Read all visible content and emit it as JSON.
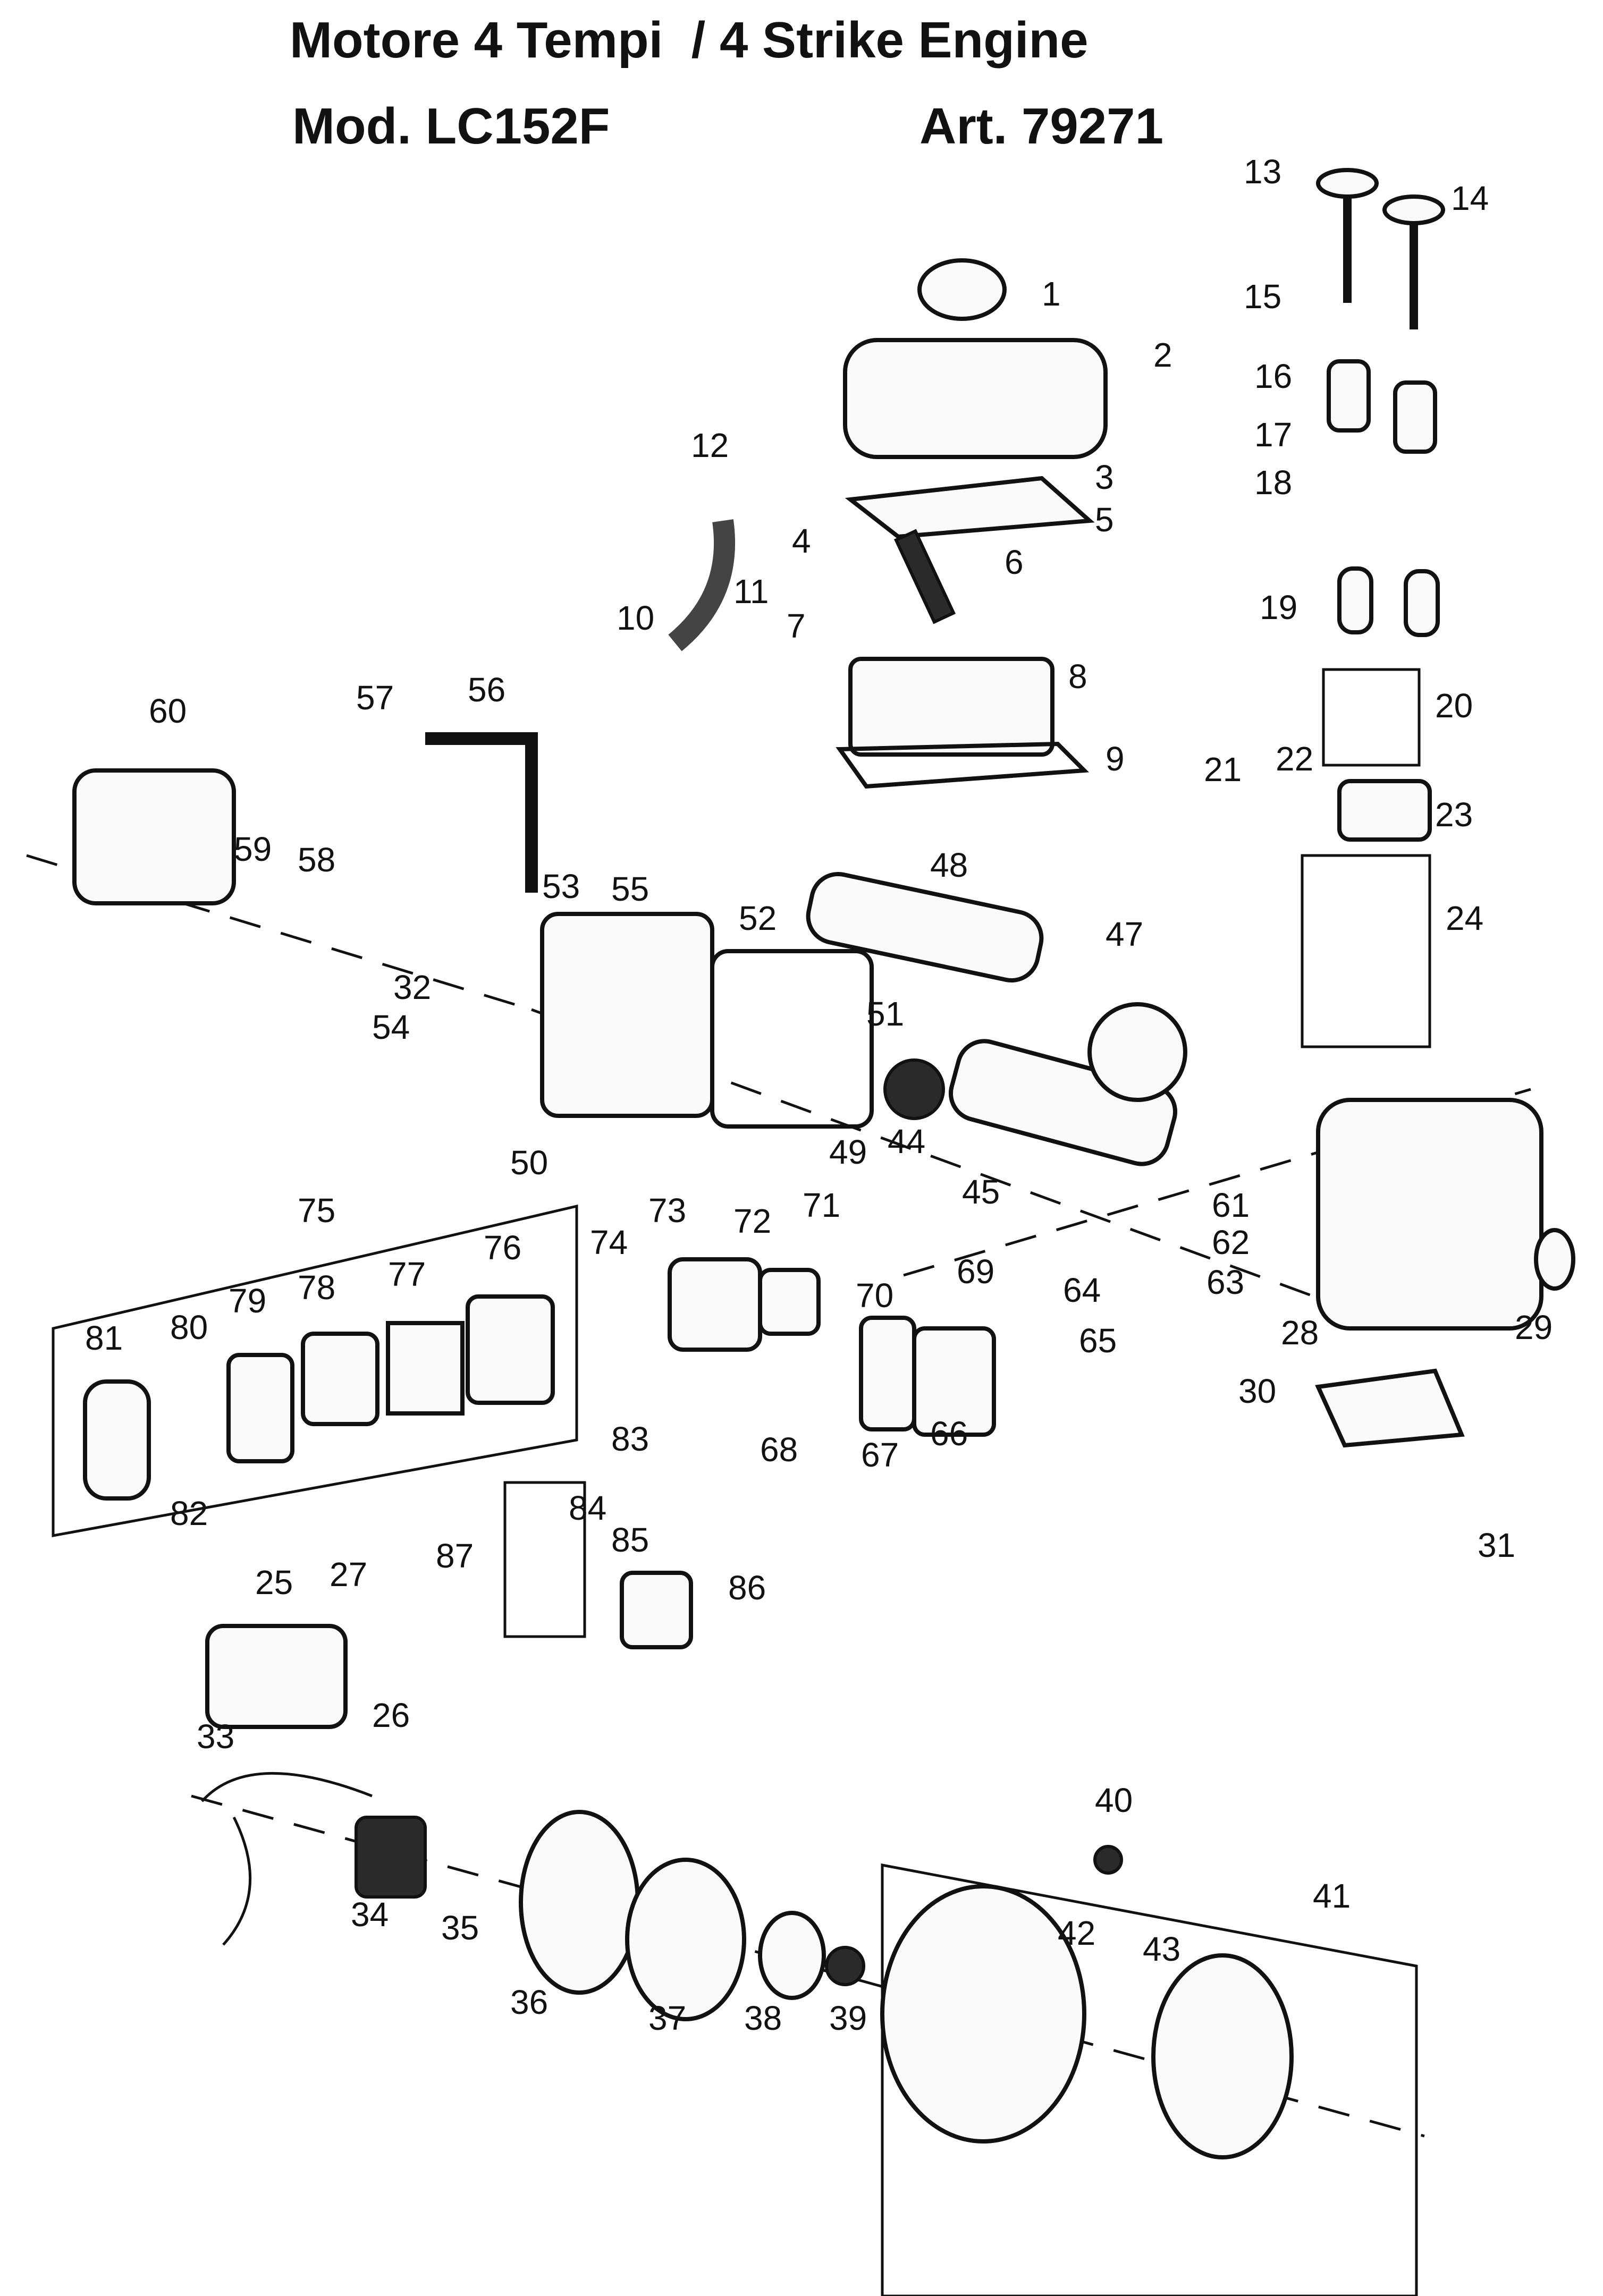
{
  "header": {
    "title": "Motore 4 Tempi  / 4 Strike Engine",
    "model": "Mod. LC152F",
    "article": "Art. 79271"
  },
  "callouts": [
    "1",
    "2",
    "3",
    "4",
    "5",
    "6",
    "7",
    "8",
    "9",
    "10",
    "11",
    "12",
    "13",
    "14",
    "15",
    "16",
    "17",
    "18",
    "19",
    "20",
    "21",
    "22",
    "23",
    "24",
    "25",
    "26",
    "27",
    "28",
    "29",
    "30",
    "31",
    "32",
    "33",
    "34",
    "35",
    "36",
    "37",
    "38",
    "39",
    "40",
    "41",
    "42",
    "43",
    "44",
    "45",
    "47",
    "48",
    "49",
    "50",
    "51",
    "52",
    "53",
    "54",
    "55",
    "56",
    "57",
    "58",
    "59",
    "60",
    "61",
    "62",
    "63",
    "64",
    "65",
    "66",
    "67",
    "68",
    "69",
    "70",
    "71",
    "72",
    "73",
    "74",
    "75",
    "76",
    "77",
    "78",
    "79",
    "80",
    "81",
    "82",
    "83",
    "84",
    "85",
    "86",
    "87"
  ]
}
